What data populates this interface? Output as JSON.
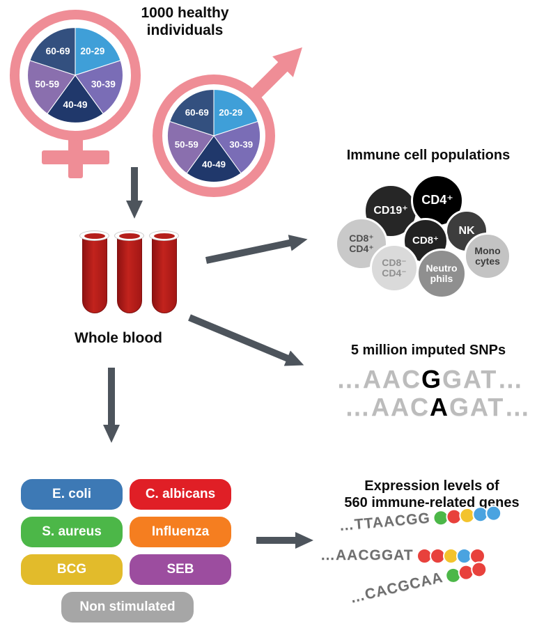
{
  "cohort": {
    "label": "1000 healthy individuals"
  },
  "age_distribution": {
    "type": "pie",
    "note": "age bins shown as five equal slices, one pie per sex",
    "segments": [
      {
        "label": "20-29",
        "color": "#3f9fd8"
      },
      {
        "label": "30-39",
        "color": "#7a6db6"
      },
      {
        "label": "40-49",
        "color": "#20386b"
      },
      {
        "label": "50-59",
        "color": "#8a6fae"
      },
      {
        "label": "60-69",
        "color": "#33507f"
      }
    ]
  },
  "whole_blood": {
    "label": "Whole blood"
  },
  "immune_cells": {
    "title": "Immune cell populations",
    "cells": [
      {
        "id": "cd19-pos",
        "lines": [
          "CD19⁺"
        ],
        "bg": "#262626",
        "fg": "#ffffff"
      },
      {
        "id": "cd4-pos",
        "lines": [
          "CD4⁺"
        ],
        "bg": "#000000",
        "fg": "#ffffff"
      },
      {
        "id": "nk",
        "lines": [
          "NK"
        ],
        "bg": "#3d3d3d",
        "fg": "#ffffff"
      },
      {
        "id": "cd8-pos",
        "lines": [
          "CD8⁺"
        ],
        "bg": "#222222",
        "fg": "#ffffff"
      },
      {
        "id": "cd8-pos-cd4-pos",
        "lines": [
          "CD8⁺",
          "CD4⁺"
        ],
        "bg": "#c9c9c9",
        "fg": "#4d4d4d"
      },
      {
        "id": "monocytes",
        "lines": [
          "Mono",
          "cytes"
        ],
        "bg": "#c3c3c3",
        "fg": "#3c3c3c"
      },
      {
        "id": "cd8-neg-cd4-neg",
        "lines": [
          "CD8⁻",
          "CD4⁻"
        ],
        "bg": "#dadada",
        "fg": "#8f8f8f"
      },
      {
        "id": "neutrophils",
        "lines": [
          "Neutro",
          "phils"
        ],
        "bg": "#8f8f8f",
        "fg": "#ffffff"
      }
    ]
  },
  "snps": {
    "title": "5 million imputed SNPs",
    "rows": [
      {
        "pre": "…AAC",
        "variant": "G",
        "post": "GAT…"
      },
      {
        "pre": "…AAC",
        "variant": "A",
        "post": "GAT…"
      }
    ]
  },
  "stimuli": [
    {
      "label": "E. coli",
      "color": "#3d79b5"
    },
    {
      "label": "C. albicans",
      "color": "#e01f26"
    },
    {
      "label": "S. aureus",
      "color": "#4cb748"
    },
    {
      "label": "Influenza",
      "color": "#f57e20"
    },
    {
      "label": "BCG",
      "color": "#e2bb2b"
    },
    {
      "label": "SEB",
      "color": "#9c4d9f"
    },
    {
      "label": "Non stimulated",
      "color": "#a6a6a6"
    }
  ],
  "expression": {
    "title_line1": "Expression levels of",
    "title_line2": "560 immune-related genes",
    "dot_palette": {
      "green": "#4cb748",
      "red": "#e8413c",
      "yellow": "#f3c32c",
      "blue": "#4aa3e0"
    },
    "rows": [
      {
        "seq": "…TTAACGG",
        "dots": [
          "green",
          "red",
          "yellow",
          "blue",
          "blue"
        ]
      },
      {
        "seq": "…AACGGAT",
        "dots": [
          "red",
          "red",
          "yellow",
          "blue",
          "red"
        ]
      },
      {
        "seq": "…CACGCAA",
        "dots": [
          "green",
          "red",
          "red"
        ]
      }
    ]
  },
  "colors": {
    "symbol_pink": "#ef8d96",
    "arrow": "#4d545c",
    "blood": "#c2231d"
  }
}
